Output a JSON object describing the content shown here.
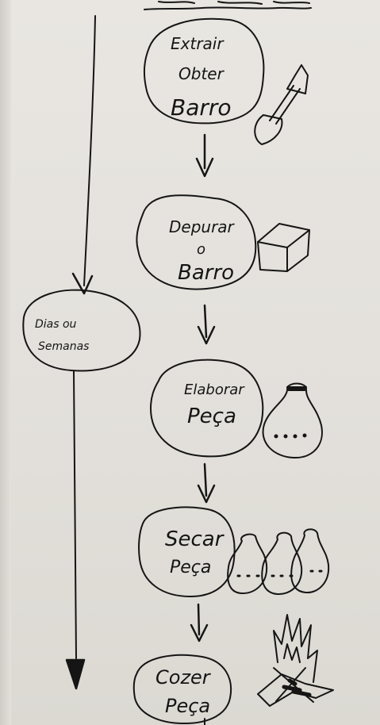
{
  "steps": [
    {
      "line1": "Extrair",
      "line2": "Obter",
      "line3": "Barro"
    },
    {
      "line1": "Depurar",
      "line2": "o",
      "line3": "Barro"
    },
    {
      "line1": "Elaborar",
      "line2": "Peça"
    },
    {
      "line1": "Secar",
      "line2": "Peça"
    },
    {
      "line1": "Cozer",
      "line2": "Peça"
    }
  ],
  "timeline": {
    "line1": "Dias ou",
    "line2": "Semanas"
  },
  "icons": {
    "step1": "shovel-icon",
    "step2": "clay-block-icon",
    "step3": "pot-icon",
    "step4": "drying-pots-icon",
    "step5": "fire-icon"
  }
}
